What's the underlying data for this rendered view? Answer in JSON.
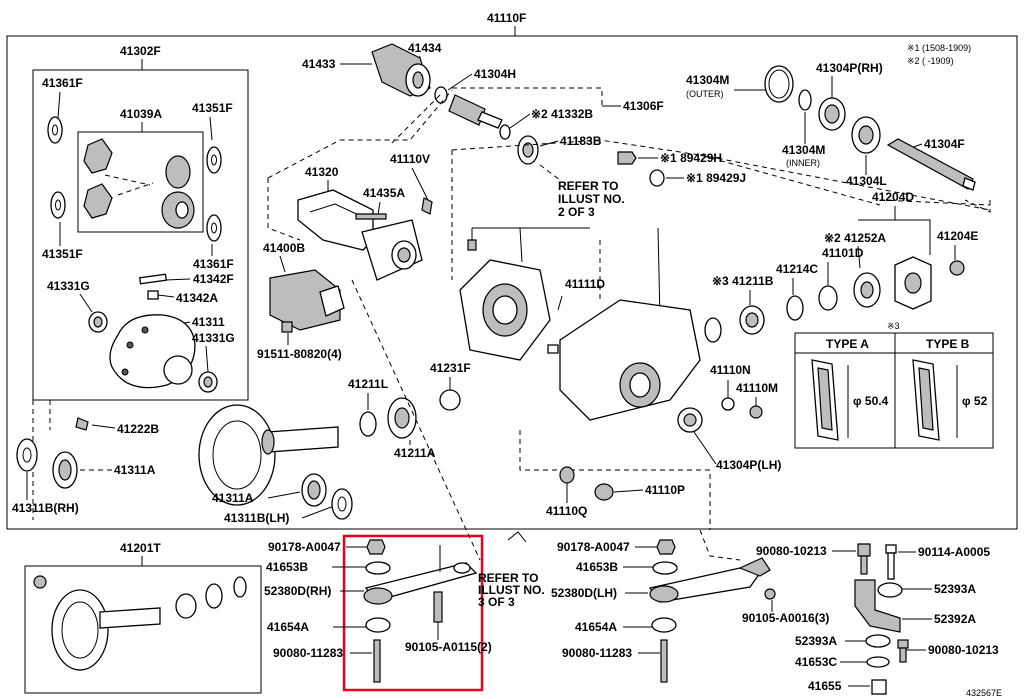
{
  "title": "41110F",
  "figure_id": "432567E",
  "notes": [
    "※1 (1508-1909)",
    "※2 (      -1909)"
  ],
  "refer_text": [
    "REFER TO",
    "ILLUST NO.",
    "2 OF 3"
  ],
  "refer_text_2": [
    "REFER TO",
    "ILLUST NO.",
    "3 OF 3"
  ],
  "type_box": {
    "marker": "※3",
    "type_a": "TYPE A",
    "type_b": "TYPE B",
    "dim_a": "φ 50.4",
    "dim_b": "φ 52"
  },
  "labels": {
    "p41302F": "41302F",
    "p41361F_a": "41361F",
    "p41039A": "41039A",
    "p41351F_a": "41351F",
    "p41351F_b": "41351F",
    "p41361F_b": "41361F",
    "p41342F": "41342F",
    "p41342A": "41342A",
    "p41331G_a": "41331G",
    "p41311": "41311",
    "p41331G_b": "41331G",
    "p41222B": "41222B",
    "p41311A_r": "41311A",
    "p41311B_rh": "41311B(RH)",
    "p41311A_l": "41311A",
    "p41311B_lh": "41311B(LH)",
    "p41433": "41433",
    "p41434": "41434",
    "p41304H": "41304H",
    "p41332B": "※2 41332B",
    "p41306F": "41306F",
    "p41183B": "41183B",
    "p41110V": "41110V",
    "p41320": "41320",
    "p41435A": "41435A",
    "p41400B": "41400B",
    "p91511": "91511-80820(4)",
    "p89429H": "※1 89429H",
    "p89429J": "※1 89429J",
    "p41111D": "41111D",
    "p41231F": "41231F",
    "p41211L": "41211L",
    "p41211A": "41211A",
    "p41110N": "41110N",
    "p41110M": "41110M",
    "p41304P_lh": "41304P(LH)",
    "p41110P": "41110P",
    "p41110Q": "41110Q",
    "p41304M": "41304M",
    "p41304M_outer": "(OUTER)",
    "p41304P_rh": "41304P(RH)",
    "p41304M_b": "41304M",
    "p41304M_inner": "(INNER)",
    "p41304L": "41304L",
    "p41304F": "41304F",
    "p41204D": "41204D",
    "p41252A": "※2 41252A",
    "p41204E": "41204E",
    "p41211B": "※3 41211B",
    "p41214C": "41214C",
    "p41101D": "41101D",
    "p41201T": "41201T",
    "p90178_a": "90178-A0047",
    "p41653B_a": "41653B",
    "p52380D_rh": "52380D(RH)",
    "p41654A_a": "41654A",
    "p90080_11283_a": "90080-11283",
    "p90105_2": "90105-A0115(2)",
    "p90178_b": "90178-A0047",
    "p41653B_b": "41653B",
    "p52380D_lh": "52380D(LH)",
    "p41654A_b": "41654A",
    "p90080_11283_b": "90080-11283",
    "p90105_3": "90105-A0016(3)",
    "p90080_10213_a": "90080-10213",
    "p90114": "90114-A0005",
    "p52393A_a": "52393A",
    "p52392A": "52392A",
    "p52393A_b": "52393A",
    "p90080_10213_b": "90080-10213",
    "p41653C": "41653C",
    "p41655": "41655"
  },
  "highlight_color": "#e8001c"
}
